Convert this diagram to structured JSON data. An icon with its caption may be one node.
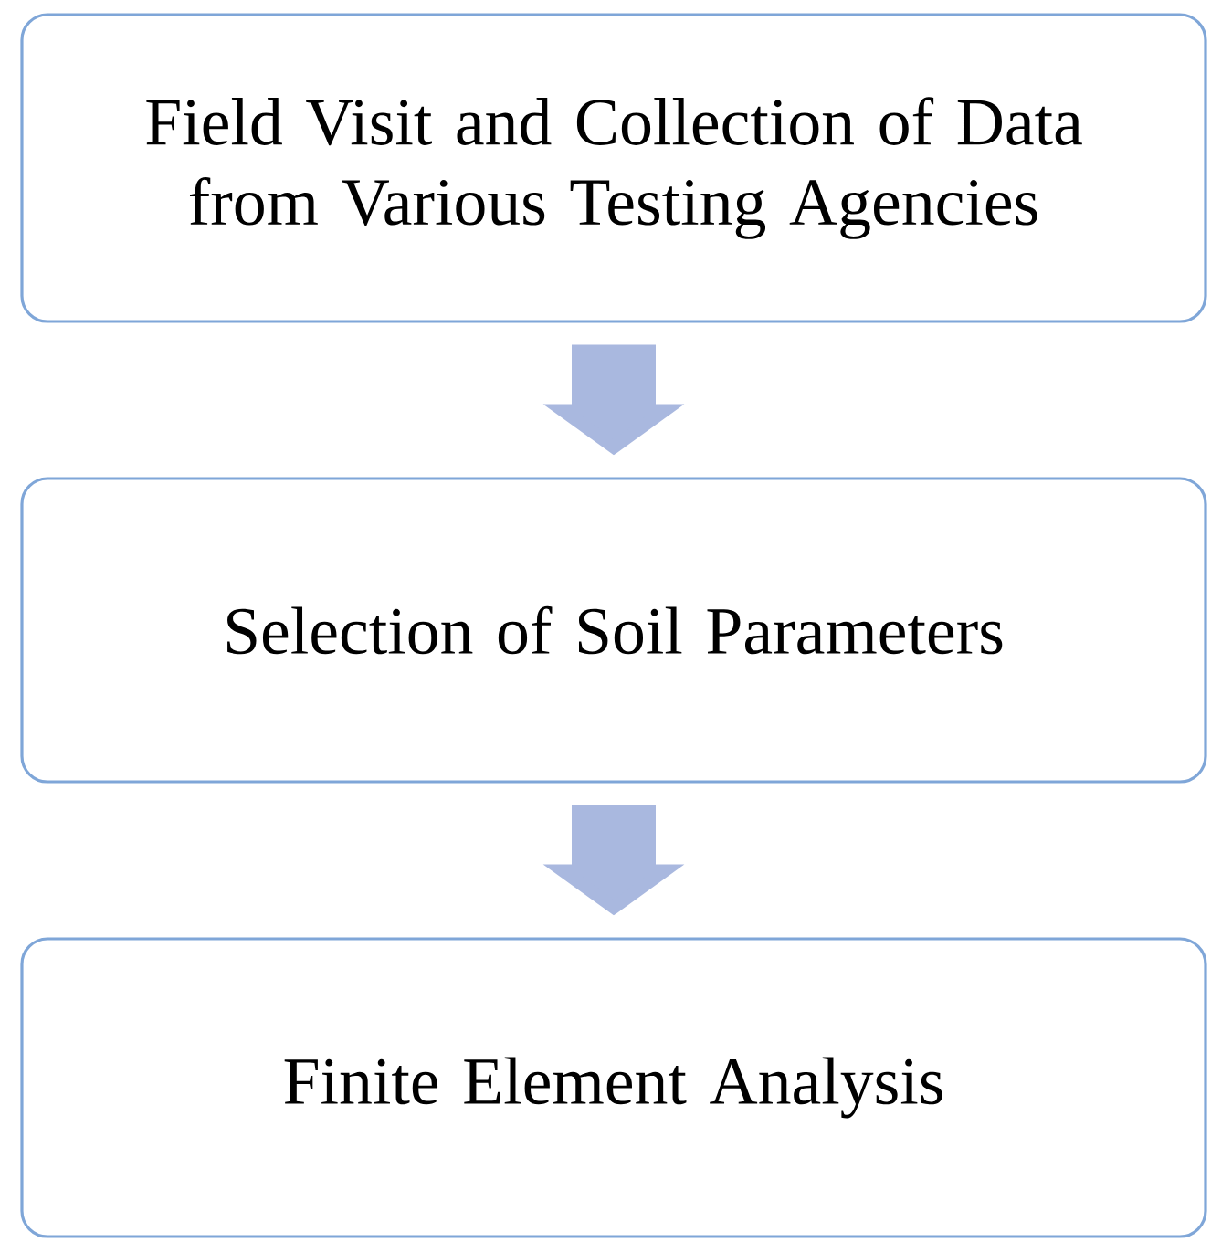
{
  "diagram": {
    "nodes": [
      {
        "text": [
          "Field Visit and Collection of Data from Various Testing Agencies"
        ]
      },
      {
        "text": [
          "Selection of Soil Parameters"
        ]
      },
      {
        "text": [
          "Finite Element Analysis"
        ]
      }
    ],
    "edges": [
      {
        "from": 0,
        "to": 1,
        "arrow": "to"
      },
      {
        "from": 1,
        "to": 2,
        "arrow": "to"
      }
    ]
  }
}
